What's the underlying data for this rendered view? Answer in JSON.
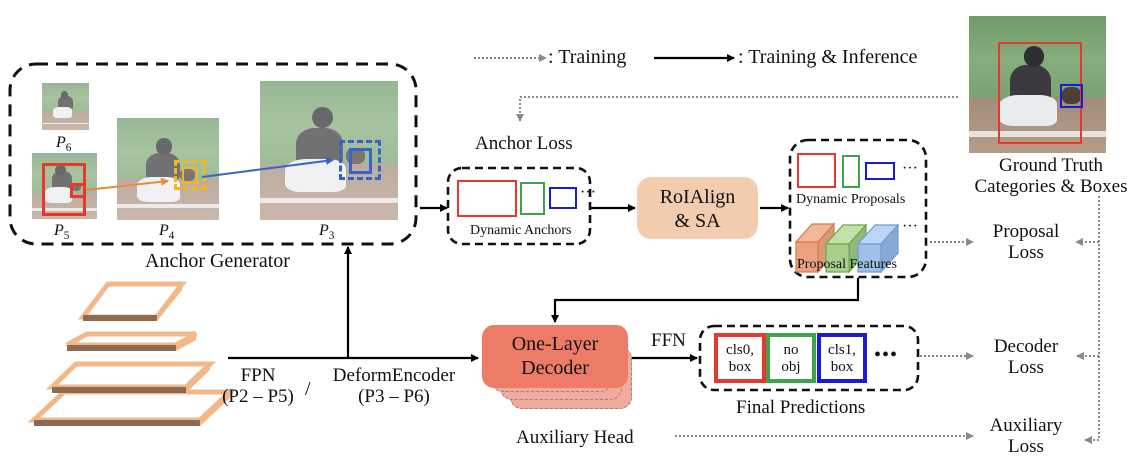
{
  "legend": {
    "training_label": ": Training",
    "training_inference_label": ": Training & Inference"
  },
  "anchor_generator": {
    "title": "Anchor Generator",
    "levels": [
      {
        "id": "P6",
        "base": "P",
        "sub": "6"
      },
      {
        "id": "P5",
        "base": "P",
        "sub": "5"
      },
      {
        "id": "P4",
        "base": "P",
        "sub": "4"
      },
      {
        "id": "P3",
        "base": "P",
        "sub": "3"
      }
    ]
  },
  "backbone": {
    "fpn_label": "FPN",
    "fpn_range": "(P2 – P5)",
    "separator": "/",
    "encoder_label": "DeformEncoder",
    "encoder_range": "(P3 – P6)"
  },
  "anchor_loss": {
    "label": "Anchor Loss"
  },
  "dynamic_anchors": {
    "label": "Dynamic Anchors",
    "ellipsis": "···"
  },
  "roialign": {
    "line1": "RoIAlign",
    "line2": "& SA"
  },
  "proposals": {
    "dynamic_label": "Dynamic Proposals",
    "features_label": "Proposal Features",
    "ellipsis": "···"
  },
  "ground_truth": {
    "line1": "Ground Truth",
    "line2": "Categories & Boxes"
  },
  "losses": {
    "proposal": {
      "line1": "Proposal",
      "line2": "Loss"
    },
    "decoder": {
      "line1": "Decoder",
      "line2": "Loss"
    },
    "auxiliary": {
      "line1": "Auxiliary",
      "line2": "Loss"
    }
  },
  "decoder": {
    "line1": "One-Layer",
    "line2": "Decoder",
    "ffn_label": "FFN",
    "aux_label": "Auxiliary Head"
  },
  "final_predictions": {
    "label": "Final Predictions",
    "cells": [
      {
        "line1": "cls0,",
        "line2": "box",
        "color": "#e8382d"
      },
      {
        "line1": "no",
        "line2": "obj",
        "color": "#3fa34d"
      },
      {
        "line1": "cls1,",
        "line2": "box",
        "color": "#1a1ad6"
      }
    ],
    "ellipsis": "•••"
  },
  "colors": {
    "red": "#e8382d",
    "green": "#3fa34d",
    "blue": "#1a1ad6",
    "yellow": "#f2b81e",
    "anchor_blue": "#3a63c9",
    "orange_arrow": "#e88a3a",
    "roialign_fill": "#f2ccaf",
    "decoder_fill": "#ec7c68",
    "dotted_gray": "#8a8a8a",
    "feature_orange": "#eba37f",
    "feature_green": "#a9cf8a",
    "feature_blue": "#9fc0e6"
  }
}
